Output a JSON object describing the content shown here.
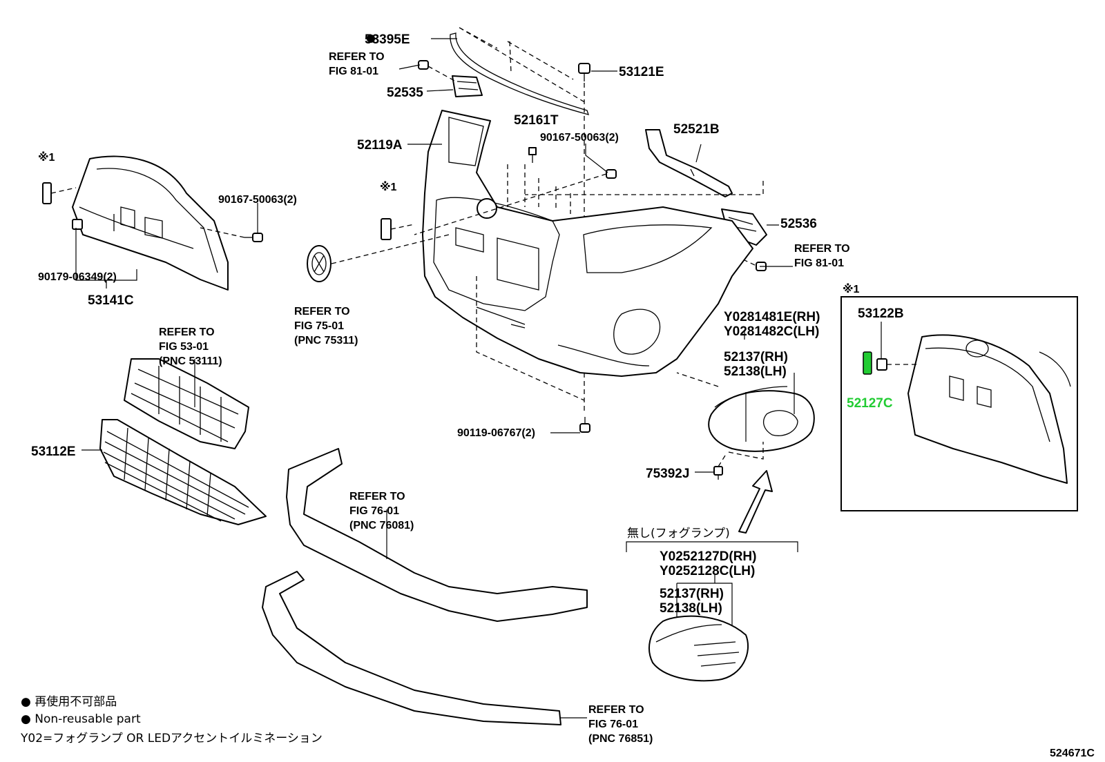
{
  "labels": {
    "p53395E": "53395E",
    "refer_81_top_a": "REFER TO",
    "refer_81_top_b": "FIG 81-01",
    "p52535": "52535",
    "p53121E": "53121E",
    "p52161T": "52161T",
    "p90167_top": "90167-50063(2)",
    "p52521B": "52521B",
    "p52119A": "52119A",
    "mark1_left": "※1",
    "mark1_mid": "※1",
    "mark1_box": "※1",
    "p90167_left": "90167-50063(2)",
    "p52536": "52536",
    "refer_81_right_a": "REFER TO",
    "refer_81_right_b": "FIG 81-01",
    "p90179": "90179-06349(2)",
    "p53141C": "53141C",
    "refer_75_a": "REFER TO",
    "refer_75_b": "FIG 75-01",
    "refer_75_c": "(PNC 75311)",
    "y0281481E": "Y0281481E(RH)",
    "y0281482C": "Y0281482C(LH)",
    "p52137_a": "52137(RH)",
    "p52138_a": "52138(LH)",
    "refer_53_a": "REFER TO",
    "refer_53_b": "FIG 53-01",
    "refer_53_c": "(PNC 53111)",
    "p53122B": "53122B",
    "p52127C": "52127C",
    "p53112E": "53112E",
    "p90119": "90119-06767(2)",
    "p75392J": "75392J",
    "refer_76a_a": "REFER TO",
    "refer_76a_b": "FIG 76-01",
    "refer_76a_c": "(PNC 76081)",
    "no_fog": "無し(フォグランプ)",
    "y0252127D": "Y0252127D(RH)",
    "y0252128C": "Y0252128C(LH)",
    "p52137_b": "52137(RH)",
    "p52138_b": "52138(LH)",
    "refer_76b_a": "REFER TO",
    "refer_76b_b": "FIG 76-01",
    "refer_76b_c": "(PNC 76851)",
    "legend_jp": "● 再使用不可部品",
    "legend_en": "● Non-reusable part",
    "legend_y02": "Y02=フォグランプ OR LEDアクセントイルミネーション",
    "diagram_id": "524671C"
  },
  "colors": {
    "highlight": "#22cc33",
    "ink": "#000000"
  }
}
